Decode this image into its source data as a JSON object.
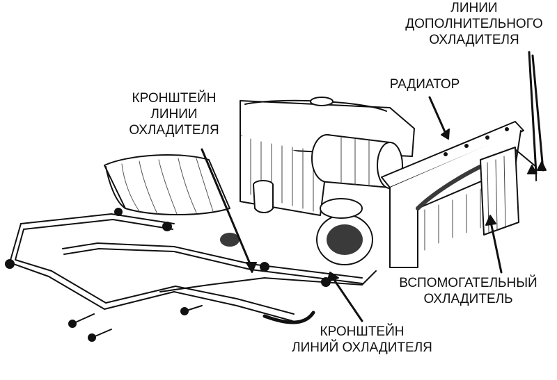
{
  "labels": {
    "aux_cooler_lines": [
      "ЛИНИИ",
      "ДОПОЛНИТЕЛЬНОГО",
      "ОХЛАДИТЕЛЯ"
    ],
    "radiator": [
      "РАДИАТОР"
    ],
    "cooler_line_bracket": [
      "КРОНШТЕЙН",
      "ЛИНИИ",
      "ОХЛАДИТЕЛЯ"
    ],
    "auxiliary_cooler": [
      "ВСПОМОГАТЕЛЬНЫЙ",
      "ОХЛАДИТЕЛЬ"
    ],
    "cooler_lines_bracket": [
      "КРОНШТЕЙН",
      "ЛИНИЙ ОХЛАДИТЕЛЯ"
    ]
  },
  "colors": {
    "ink": "#111111",
    "paper": "#ffffff",
    "shade": "#3a3a3a"
  }
}
